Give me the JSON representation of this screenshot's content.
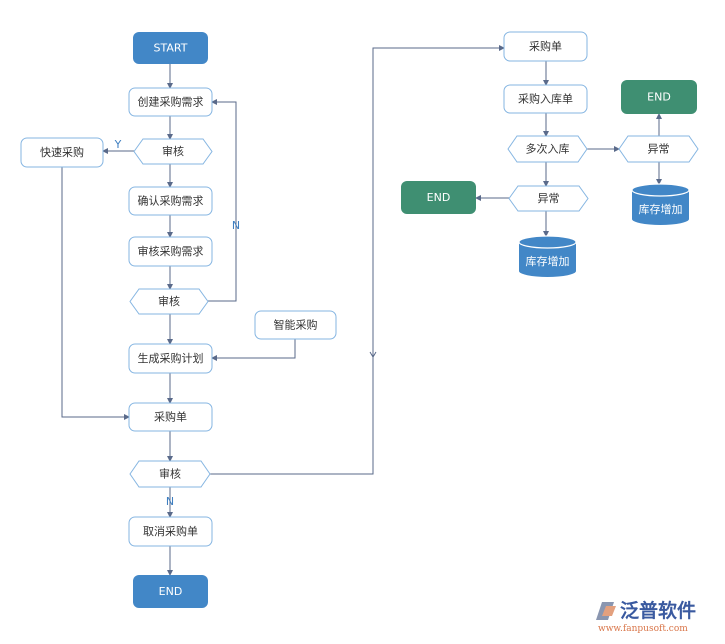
{
  "colors": {
    "blue_fill": "#4287c7",
    "green_fill": "#3f8f72",
    "border": "#86b6e2",
    "edge": "#5a6a8a"
  },
  "nodes": {
    "start": "START",
    "create_req": "创建采购需求",
    "review1": "审核",
    "quick_purchase": "快速采购",
    "confirm_req": "确认采购需求",
    "review_req": "审核采购需求",
    "review2": "审核",
    "smart_purchase": "智能采购",
    "gen_plan": "生成采购计划",
    "purchase_order": "采购单",
    "review3": "审核",
    "cancel_order": "取消采购单",
    "end_main": "END",
    "r_purchase_order": "采购单",
    "r_inbound_order": "采购入库单",
    "r_multi_inbound": "多次入库",
    "r_exception_right": "异常",
    "r_end_right": "END",
    "r_stock_right": "库存增加",
    "r_exception_left": "异常",
    "r_end_left": "END",
    "r_stock_left": "库存增加"
  },
  "edge_labels": {
    "yes": "Y",
    "no_loop": "N",
    "no_cancel": "N"
  },
  "logo": {
    "name": "泛普软件",
    "url": "www.fanpusoft.com"
  }
}
